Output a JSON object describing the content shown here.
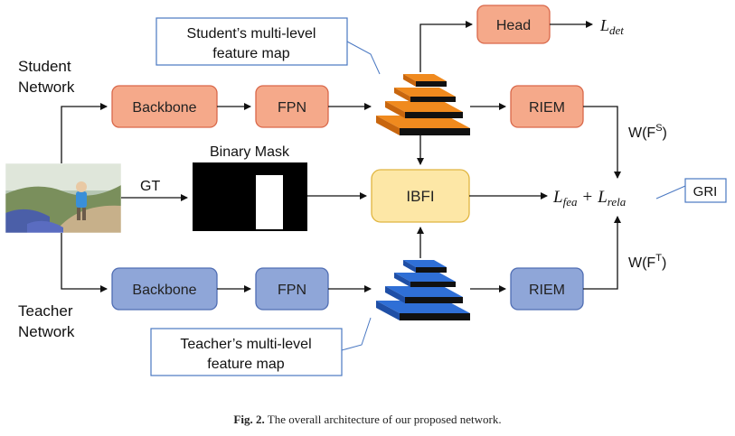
{
  "labels": {
    "student_network_line1": "Student",
    "student_network_line2": "Network",
    "teacher_network_line1": "Teacher",
    "teacher_network_line2": "Network",
    "student_callout_line1": "Student’s multi-level",
    "student_callout_line2": "feature map",
    "teacher_callout_line1": "Teacher’s multi-level",
    "teacher_callout_line2": "feature map",
    "gt": "GT",
    "binary_mask": "Binary Mask",
    "w_fs": "W(F",
    "w_fs_sup": "S",
    "w_ft": "W(F",
    "w_ft_sup": "T",
    "close_paren": ")",
    "gri": "GRI",
    "l_det_main": "L",
    "l_det_sub": "det",
    "l_fea_main": "L",
    "l_fea_sub": "fea",
    "plus": "+",
    "l_rela_main": "L",
    "l_rela_sub": "rela"
  },
  "boxes": {
    "student_backbone": "Backbone",
    "student_fpn": "FPN",
    "student_riem": "RIEM",
    "head": "Head",
    "ibfi": "IBFI",
    "teacher_backbone": "Backbone",
    "teacher_fpn": "FPN",
    "teacher_riem": "RIEM"
  },
  "caption": {
    "label": "Fig. 2.",
    "text": "The overall architecture of our proposed network."
  },
  "colors": {
    "student_fill": "#f5a98a",
    "student_stroke": "#d9684a",
    "teacher_fill": "#8fa6d8",
    "teacher_stroke": "#4f6db3",
    "ibfi_fill": "#fde7a6",
    "ibfi_stroke": "#e0b540",
    "pyramid_orange": "#f08a1e",
    "pyramid_blue": "#2f6fd6",
    "callout_stroke": "#4a78c2"
  }
}
